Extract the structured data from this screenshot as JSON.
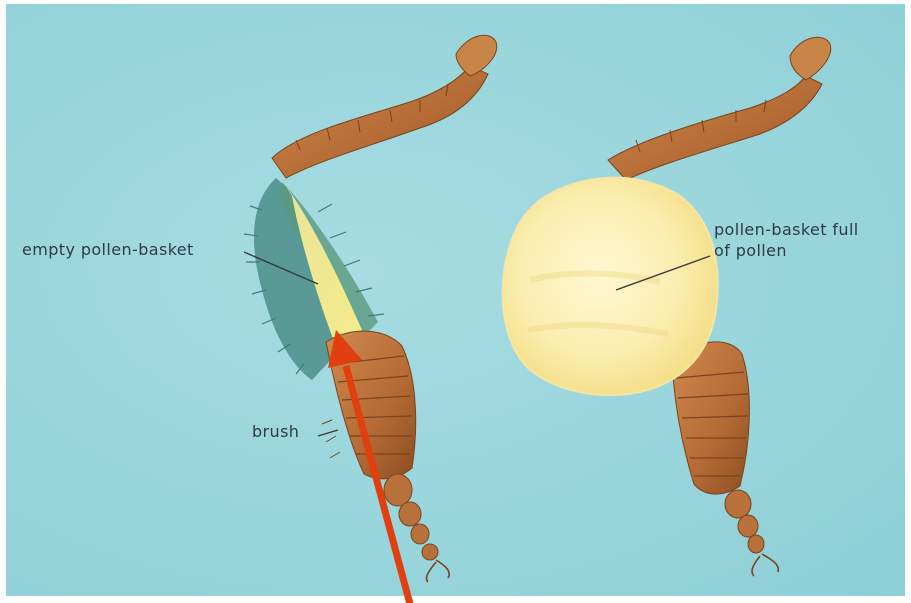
{
  "labels": {
    "empty_basket": "empty pollen-basket",
    "brush": "brush",
    "full_basket_line1": "pollen-basket full",
    "full_basket_line2": "of pollen"
  },
  "colors": {
    "background": "#99d5dc",
    "leg": "#b8713a",
    "leg_dark": "#8a4f24",
    "pollen": "#fbf0b4",
    "hairs": "#4c8e8a",
    "arrow": "#e0400f"
  }
}
